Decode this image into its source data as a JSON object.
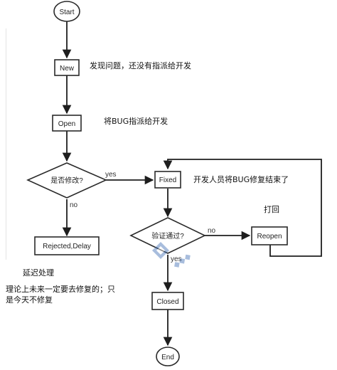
{
  "nodes": {
    "start": "Start",
    "new": "New",
    "open": "Open",
    "decision_modify": "是否修改?",
    "rejected_delay": "Rejected,Delay",
    "fixed": "Fixed",
    "decision_verify": "验证通过?",
    "reopen": "Reopen",
    "closed": "Closed",
    "end": "End"
  },
  "edges": {
    "modify_yes": "yes",
    "modify_no": "no",
    "verify_no": "no",
    "verify_yes": "yes"
  },
  "notes": {
    "new": "发现问题，还没有指派给开发",
    "open": "将BUG指派给开发",
    "fixed": "开发人员将BUG修复结束了",
    "reopen": "打回",
    "delay": "延迟处理",
    "rejected_line1": "理论上未来一定要去修复的；只",
    "rejected_line2": "是今天不修复"
  },
  "colors": {
    "line": "#1e1e1e",
    "box_border": "#2a2a2a",
    "box_fill": "#ffffff",
    "watermark": "#3f6fb5"
  }
}
